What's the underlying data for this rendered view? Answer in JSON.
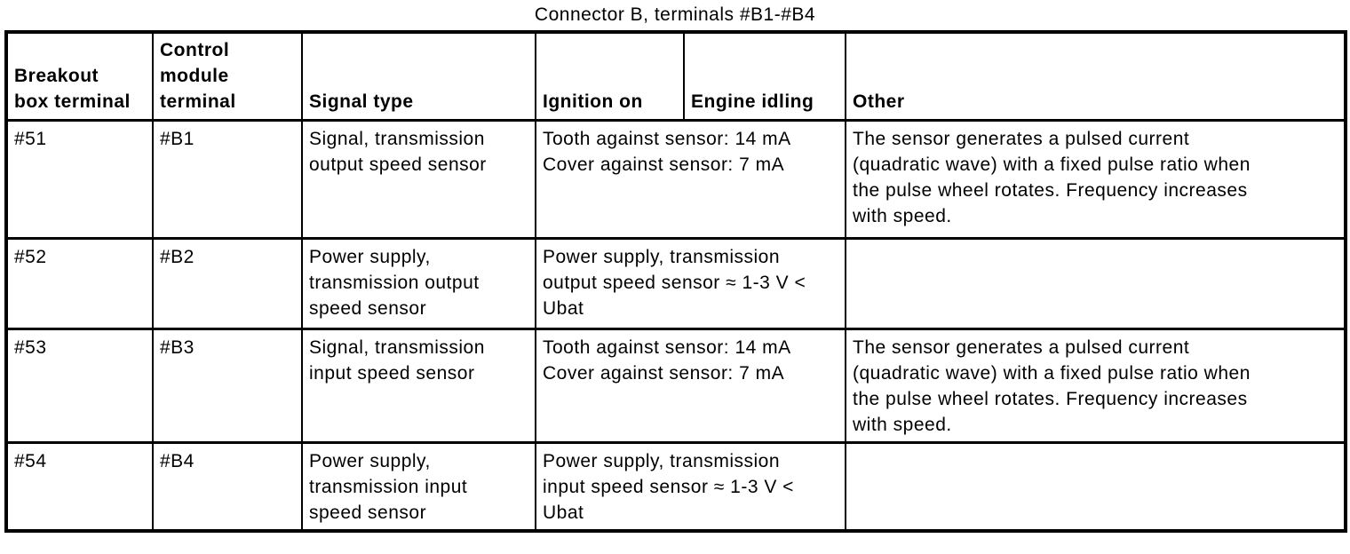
{
  "title": "Connector B, terminals #B1-#B4",
  "colors": {
    "background": "#ffffff",
    "text": "#000000",
    "border": "#000000"
  },
  "table": {
    "columns": [
      {
        "label": "Breakout\nbox terminal"
      },
      {
        "label": "Control\nmodule\nterminal"
      },
      {
        "label": "Signal type"
      },
      {
        "label": "Ignition on"
      },
      {
        "label": "Engine idling"
      },
      {
        "label": "Other"
      }
    ],
    "rows": [
      {
        "breakout_box_terminal": "#51",
        "control_module_terminal": "#B1",
        "signal_type": "Signal, transmission\noutput speed sensor",
        "ignition_on_engine_idling": "Tooth against sensor: 14 mA\nCover against sensor: 7 mA",
        "other": "The sensor generates a pulsed current\n(quadratic wave) with a fixed pulse ratio when\nthe pulse wheel rotates. Frequency increases\nwith speed."
      },
      {
        "breakout_box_terminal": "#52",
        "control_module_terminal": "#B2",
        "signal_type": "Power supply,\ntransmission output\nspeed sensor",
        "ignition_on_engine_idling": "Power supply, transmission\noutput speed sensor ≈ 1-3 V <\nUbat",
        "other": ""
      },
      {
        "breakout_box_terminal": "#53",
        "control_module_terminal": "#B3",
        "signal_type": "Signal, transmission\ninput speed sensor",
        "ignition_on_engine_idling": "Tooth against sensor: 14 mA\nCover against sensor: 7 mA",
        "other": "The sensor generates a pulsed current\n(quadratic wave) with a fixed pulse ratio when\nthe pulse wheel rotates. Frequency increases\nwith speed."
      },
      {
        "breakout_box_terminal": "#54",
        "control_module_terminal": "#B4",
        "signal_type": "Power supply,\ntransmission input\nspeed sensor",
        "ignition_on_engine_idling": "Power supply, transmission\ninput speed sensor ≈ 1-3 V <\nUbat",
        "other": ""
      }
    ]
  }
}
